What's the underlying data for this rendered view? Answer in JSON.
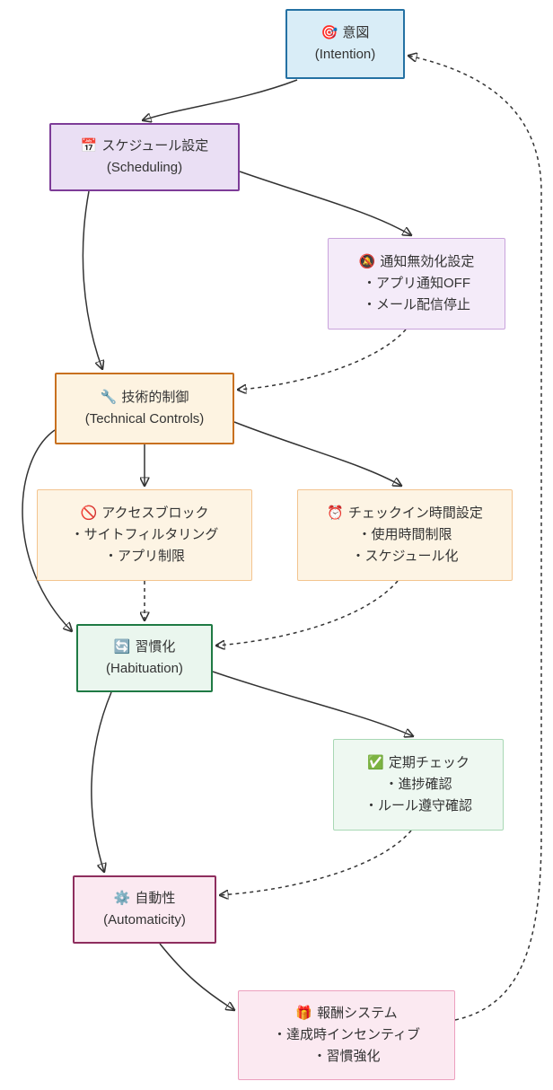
{
  "diagram": {
    "type": "flowchart",
    "colors": {
      "edge": "#333333",
      "intention": {
        "border": "#2471a3",
        "fill": "#d9edf7"
      },
      "scheduling": {
        "border": "#7d3c98",
        "fill": "#eadff4"
      },
      "notification": {
        "border": "#c9a3dc",
        "fill": "#f4ebf9"
      },
      "technical": {
        "border": "#c8701f",
        "fill": "#fdf3e1"
      },
      "access_block": {
        "border": "#f3c48f",
        "fill": "#fdf4e4"
      },
      "checkin": {
        "border": "#f3c48f",
        "fill": "#fdf4e4"
      },
      "habituation": {
        "border": "#1f7a44",
        "fill": "#eaf6ee"
      },
      "periodic_check": {
        "border": "#a8d8b4",
        "fill": "#eef8f1"
      },
      "automaticity": {
        "border": "#8e2e5e",
        "fill": "#fbe9f1"
      },
      "reward": {
        "border": "#ec9fbe",
        "fill": "#fbe9f1"
      }
    },
    "nodes": {
      "intention": {
        "icon": "🎯",
        "title": "意図",
        "subtitle": "(Intention)"
      },
      "scheduling": {
        "icon": "📅",
        "title": "スケジュール設定",
        "subtitle": "(Scheduling)"
      },
      "notification": {
        "icon": "🔕",
        "title": "通知無効化設定",
        "bullets": [
          "・アプリ通知OFF",
          "・メール配信停止"
        ]
      },
      "technical": {
        "icon": "🔧",
        "title": "技術的制御",
        "subtitle": "(Technical Controls)"
      },
      "access_block": {
        "icon": "🚫",
        "title": "アクセスブロック",
        "bullets": [
          "・サイトフィルタリング",
          "・アプリ制限"
        ]
      },
      "checkin": {
        "icon": "⏰",
        "title": "チェックイン時間設定",
        "bullets": [
          "・使用時間制限",
          "・スケジュール化"
        ]
      },
      "habituation": {
        "icon": "🔄",
        "title": "習慣化",
        "subtitle": "(Habituation)"
      },
      "periodic_check": {
        "icon": "✅",
        "title": "定期チェック",
        "bullets": [
          "・進捗確認",
          "・ルール遵守確認"
        ]
      },
      "automaticity": {
        "icon": "⚙️",
        "title": "自動性",
        "subtitle": "(Automaticity)"
      },
      "reward": {
        "icon": "🎁",
        "title": "報酬システム",
        "bullets": [
          "・達成時インセンティブ",
          "・習慣強化"
        ]
      }
    }
  }
}
